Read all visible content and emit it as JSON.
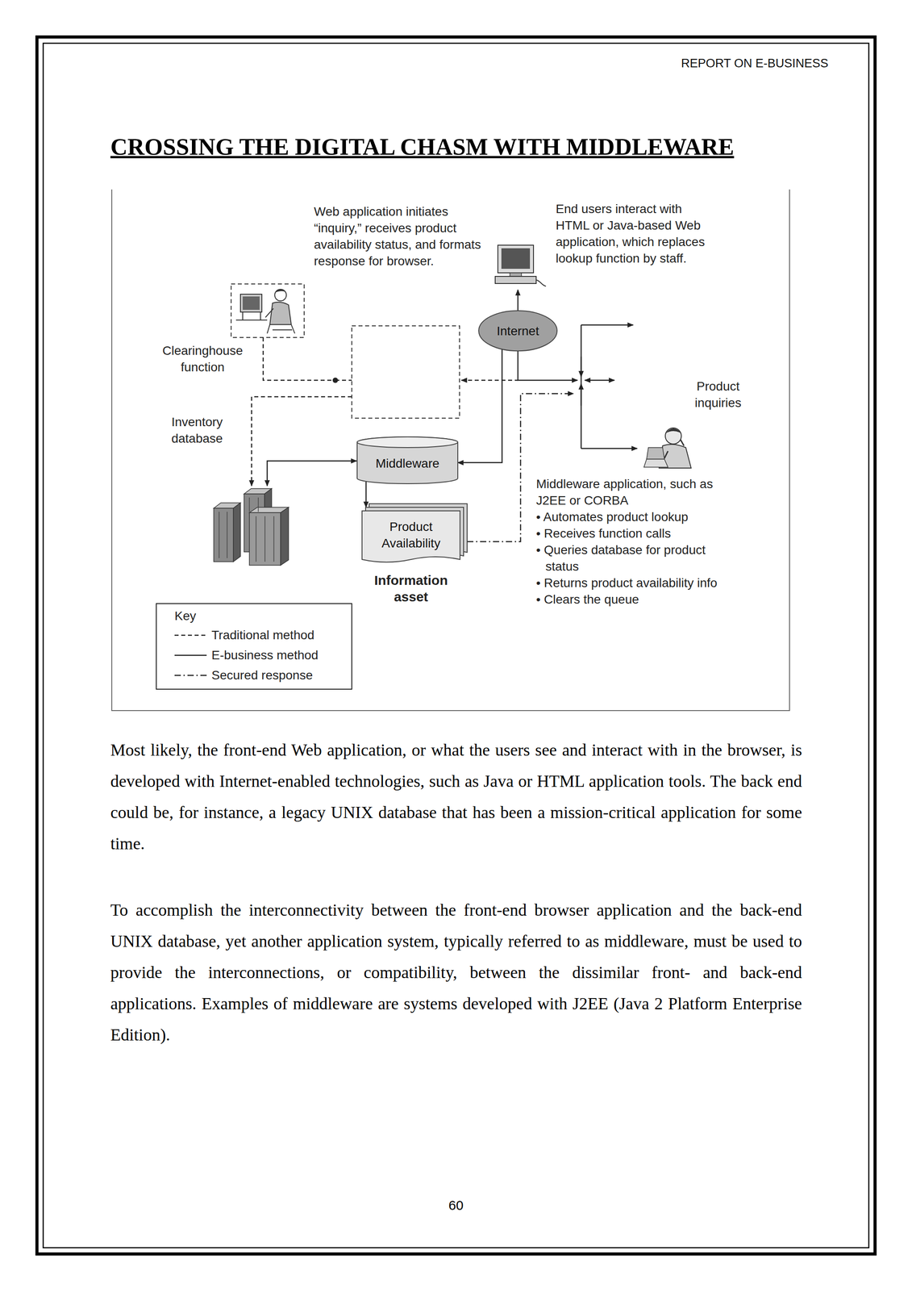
{
  "diagram": {
    "title": "CROSSING THE DIGITAL CHASM WITH MIDDLEWARE",
    "nodes": [
      {
        "text": [
          "Internet"
        ]
      },
      {
        "text": [
          "Middleware"
        ]
      },
      {
        "text": [
          "Product Availability",
          "Information asset"
        ]
      }
    ],
    "edges": [
      {
        "from": 0,
        "to": 1,
        "arrow": "to"
      },
      {
        "from": 1,
        "to": 2,
        "arrow": "to"
      }
    ],
    "labels": [
      "REPORT ON E-BUSINESS",
      "Web application initiates “inquiry,” receives product availability status, and formats response for browser.",
      "End users interact with HTML or Java-based Web application, which replaces lookup function by staff.",
      "Clearinghouse function",
      "Inventory database",
      "Product inquiries",
      "Middleware application, such as J2EE or CORBA",
      "• Automates product lookup",
      "• Receives function calls",
      "• Queries database for product status",
      "• Returns product availability info",
      "• Clears the queue",
      "Key",
      "Most likely, the front-end Web application, or what the users see and interact with in the browser, is developed with Internet-enabled technologies, such as Java or HTML application tools. The back end could be, for instance, a legacy UNIX database that has been a mission-critical application for some time.",
      "To accomplish the interconnectivity between the front-end browser application and the back-end UNIX database, yet another application system, typically referred to as middleware, must be used to provide the interconnections, or compatibility, between the dissimilar front- and back-end applications. Examples of middleware are systems developed with J2EE (Java 2 Platform Enterprise Edition).",
      "60"
    ],
    "legend": [
      {
        "text": "Traditional method"
      },
      {
        "text": "E-business method"
      },
      {
        "text": "Secured response"
      }
    ]
  }
}
